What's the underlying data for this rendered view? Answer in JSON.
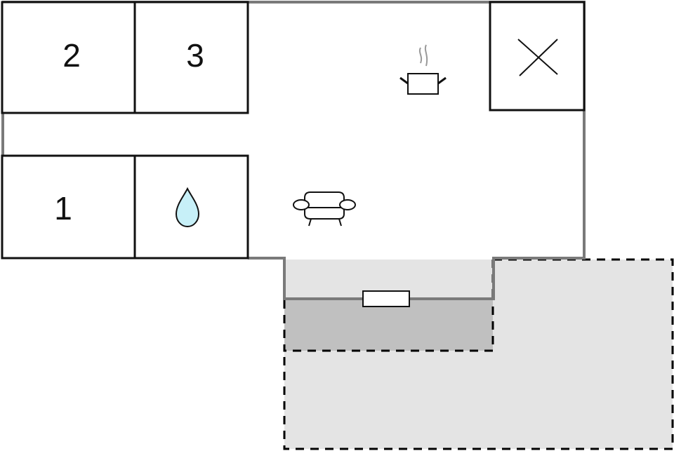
{
  "floorplan": {
    "title": "",
    "colors": {
      "wall": "#7a7a7a",
      "room_outline": "#111111",
      "terrace": "#e4e4e4",
      "covered_terrace": "#c0c0c0",
      "water_drop": "#c7f0f8",
      "background": "#ffffff"
    },
    "rooms": [
      {
        "id": "bedroom-2",
        "label": "2",
        "type": "bedroom"
      },
      {
        "id": "bedroom-3",
        "label": "3",
        "type": "bedroom"
      },
      {
        "id": "bedroom-1",
        "label": "1",
        "type": "bedroom"
      },
      {
        "id": "bathroom",
        "label": "",
        "type": "bathroom",
        "icon": "water-drop-icon"
      },
      {
        "id": "technical-room",
        "label": "",
        "type": "utility",
        "icon": "cross-icon"
      },
      {
        "id": "living-kitchen",
        "label": "",
        "type": "living",
        "icons": [
          "cooking-pot-icon",
          "sofa-icon"
        ]
      },
      {
        "id": "covered-terrace",
        "label": "",
        "type": "covered-terrace"
      },
      {
        "id": "terrace",
        "label": "",
        "type": "terrace"
      }
    ],
    "features": [
      {
        "id": "window",
        "type": "window"
      }
    ]
  }
}
